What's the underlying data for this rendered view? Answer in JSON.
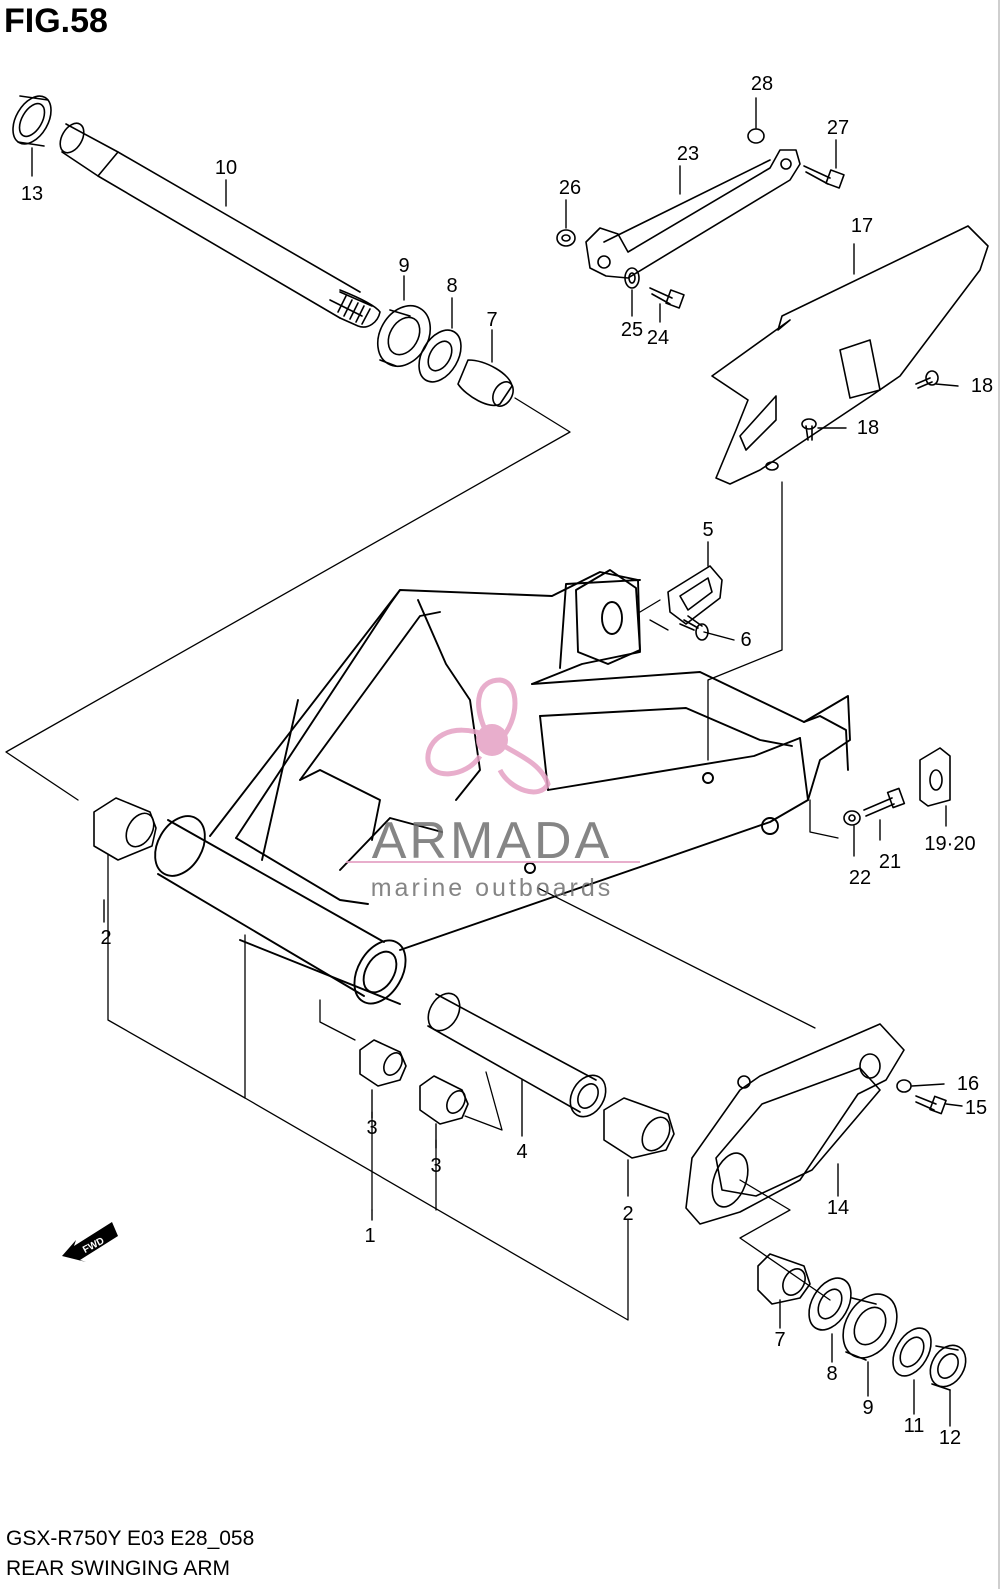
{
  "figure": {
    "title": "FIG.58"
  },
  "footer": {
    "model_code": "GSX-R750Y E03 E28_058",
    "caption": "REAR SWINGING ARM"
  },
  "watermark": {
    "brand": "ARMADA",
    "tagline": "marine outboards",
    "color": "#e5a0c4"
  },
  "fwd_label": "FWD",
  "callouts": [
    "1",
    "2",
    "2",
    "3",
    "3",
    "4",
    "5",
    "6",
    "7",
    "7",
    "8",
    "8",
    "9",
    "9",
    "10",
    "11",
    "12",
    "13",
    "14",
    "15",
    "16",
    "17",
    "18",
    "18",
    "19·20",
    "21",
    "22",
    "23",
    "24",
    "25",
    "26",
    "27",
    "28"
  ]
}
